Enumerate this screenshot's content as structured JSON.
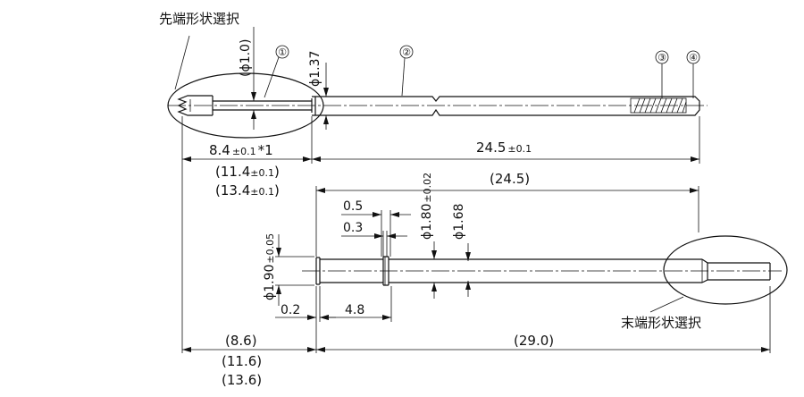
{
  "notes": {
    "tip_select": "先端形状選択",
    "end_select": "末端形状選択"
  },
  "callouts": [
    "①",
    "②",
    "③",
    "④"
  ],
  "dims": {
    "phi_1_0": "(ϕ1.0)",
    "phi_1_37": "ϕ1.37",
    "len_84": "8.4",
    "tol_84": "±0.1",
    "note_mark": "*1",
    "len_114": "(11.4",
    "tol_114": "±0.1",
    "close_114": ")",
    "len_134": "(13.4",
    "tol_134": "±0.1",
    "close_134": ")",
    "len_245": "24.5",
    "tol_245": "±0.1",
    "ref_245": "(24.5)",
    "d_05": "0.5",
    "d_03": "0.3",
    "phi_180": "ϕ1.80",
    "tol_180": "±0.02",
    "phi_168": "ϕ1.68",
    "phi_190": "ϕ1.90",
    "tol_190": "±0.05",
    "d_02": "0.2",
    "d_48": "4.8",
    "ref_86": "(8.6)",
    "ref_116": "(11.6)",
    "ref_136": "(13.6)",
    "ref_290": "(29.0)"
  }
}
